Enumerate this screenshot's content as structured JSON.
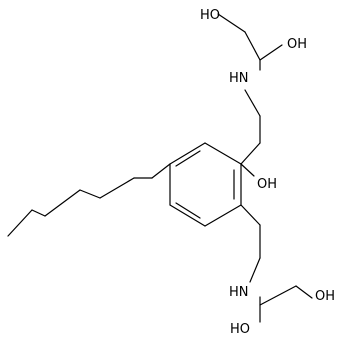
{
  "molecule": {
    "atoms": {
      "oh_phenol": "OH",
      "nh_top": "HN",
      "oh_top_left": "HO",
      "oh_top_right": "OH",
      "nh_bottom": "HN",
      "oh_bottom_right": "OH",
      "oh_bottom_left": "HO"
    }
  }
}
